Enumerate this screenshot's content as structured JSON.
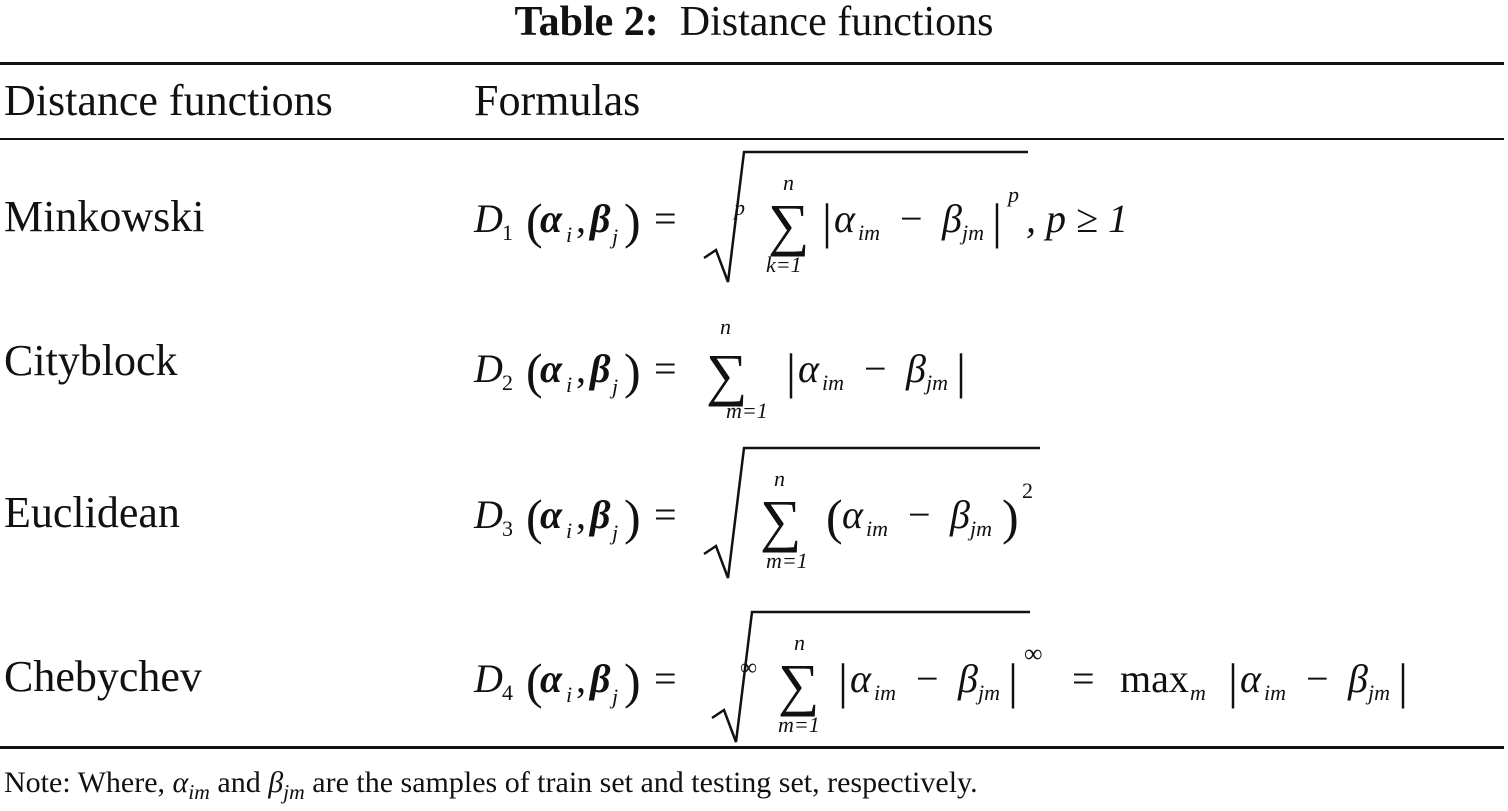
{
  "caption": {
    "label": "Table 2:",
    "text": "Distance functions"
  },
  "headers": {
    "col1": "Distance functions",
    "col2": "Formulas"
  },
  "rows": [
    {
      "name": "Minkowski"
    },
    {
      "name": "Cityblock"
    },
    {
      "name": "Euclidean"
    },
    {
      "name": "Chebychev"
    }
  ],
  "formulas": {
    "minkowski": {
      "lhs": "D",
      "lhs_sub": "1",
      "alpha": "α",
      "beta": "β",
      "i": "i",
      "j": "j",
      "root_index": "p",
      "sum_upper": "n",
      "sum_lower": "k=1",
      "term_a": "α",
      "sub_a": "im",
      "term_b": "β",
      "sub_b": "jm",
      "power": "p",
      "tail": ", p ≥ 1"
    },
    "cityblock": {
      "lhs": "D",
      "lhs_sub": "2",
      "sum_upper": "n",
      "sum_lower": "m=1",
      "term_a": "α",
      "sub_a": "im",
      "term_b": "β",
      "sub_b": "jm"
    },
    "euclidean": {
      "lhs": "D",
      "lhs_sub": "3",
      "sum_upper": "n",
      "sum_lower": "m=1",
      "term_a": "α",
      "sub_a": "im",
      "term_b": "β",
      "sub_b": "jm",
      "power": "2"
    },
    "chebychev": {
      "lhs": "D",
      "lhs_sub": "4",
      "root_index": "∞",
      "sum_upper": "n",
      "sum_lower": "m=1",
      "term_a": "α",
      "sub_a": "im",
      "term_b": "β",
      "sub_b": "jm",
      "power": "∞",
      "max": "max",
      "max_sub": "m"
    }
  },
  "note": {
    "prefix": "Note: Where,",
    "a": "α",
    "a_sub": "im",
    "and": "and",
    "b": "β",
    "b_sub": "jm",
    "suffix": "are the samples of train set and testing set, respectively."
  }
}
